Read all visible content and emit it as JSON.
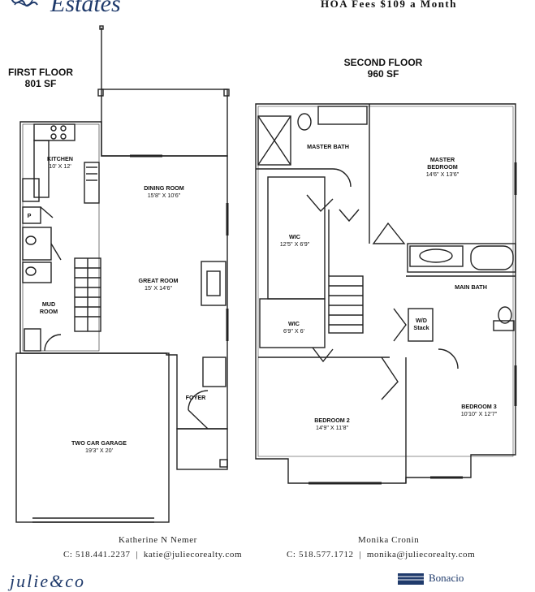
{
  "header": {
    "brand_script": "Estates",
    "hoa_fees": "HOA Fees $109 a Month"
  },
  "first_floor": {
    "title": "FIRST FLOOR",
    "area": "801 SF",
    "rooms": {
      "kitchen": {
        "name": "KITCHEN",
        "size": "10' X 12'"
      },
      "dining": {
        "name": "DINING ROOM",
        "size": "15'8\" X 10'6\""
      },
      "great": {
        "name": "GREAT ROOM",
        "size": "15' X 14'6\""
      },
      "pantry": {
        "name": "P"
      },
      "mud": {
        "name": "MUD",
        "name2": "ROOM"
      },
      "foyer": {
        "name": "FOYER"
      },
      "garage": {
        "name": "TWO CAR GARAGE",
        "size": "19'3\" X 20'"
      }
    }
  },
  "second_floor": {
    "title": "SECOND FLOOR",
    "area": "960 SF",
    "rooms": {
      "master_bath": {
        "name": "MASTER BATH"
      },
      "master_bed": {
        "name": "MASTER",
        "name2": "BEDROOM",
        "size": "14'6\" X 13'6\""
      },
      "wic1": {
        "name": "WIC",
        "size": "12'5\" X 6'9\""
      },
      "main_bath": {
        "name": "MAIN BATH"
      },
      "wic2": {
        "name": "WIC",
        "size": "6'9\" X 6'"
      },
      "wd": {
        "name": "W/D",
        "name2": "Stack"
      },
      "bed2": {
        "name": "BEDROOM 2",
        "size": "14'9\" X 11'8\""
      },
      "bed3": {
        "name": "BEDROOM 3",
        "size": "10'10\" X 12'7\""
      }
    }
  },
  "agents": [
    {
      "name": "Katherine N Nemer",
      "contact": "C: 518.441.2237  |  katie@juliecorealty.com"
    },
    {
      "name": "Monika Cronin",
      "contact": "C: 518.577.1712  |  monika@juliecorealty.com"
    }
  ],
  "footer": {
    "left_logo": "julie&co",
    "right_logo": "Bonacio"
  }
}
